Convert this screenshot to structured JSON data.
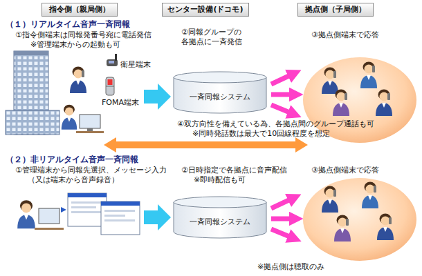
{
  "diagram": {
    "nodes": [
      {
        "text": [
          "指令側（親局側）"
        ]
      },
      {
        "text": [
          "センター設備(ドコモ)"
        ]
      },
      {
        "text": [
          "拠点側（子局側）"
        ]
      },
      {
        "text": [
          "一斉同報システム"
        ]
      },
      {
        "text": [
          "一斉同報システム"
        ]
      }
    ],
    "labels": [
      "（１）リアルタイム音声一斉同報",
      "①指令側端末は同報発番号宛に電話発信",
      "※管理端末からの起動も可",
      "②同報グループの 各拠点に一斉発信",
      "③拠点側端末で応答",
      "衛星端末",
      "FOMA端末",
      "④双方向性を備えている為、各拠点間のグループ通話も可",
      "※同時発話数は最大で10回線程度を想定",
      "（２）非リアルタイム音声一斉同報",
      "①管理端末から同報先選択、メッセージ入力",
      "（又は端末から音声録音）",
      "②日時指定で各拠点に音声配信",
      "※即時配信も可",
      "③拠点側端末で応答",
      "※拠点側は聴取のみ"
    ]
  }
}
